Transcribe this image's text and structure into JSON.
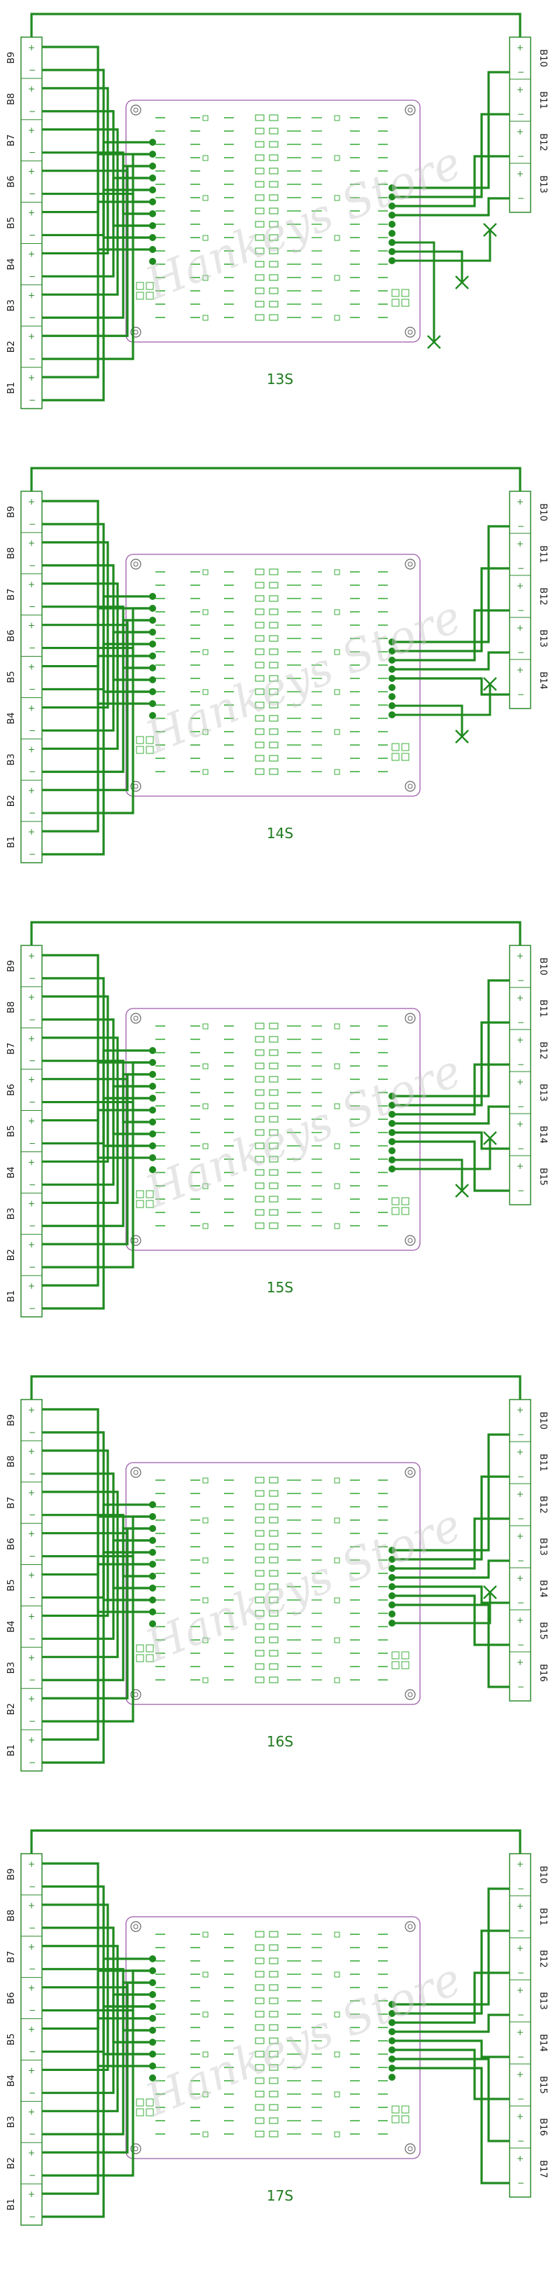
{
  "colors": {
    "wire": "#1f8a1f",
    "board_outline": "#9c5aa8",
    "component": "#3cae3c",
    "connector": "#2e8b2e",
    "text": "#1a1a1a",
    "background": "#ffffff"
  },
  "watermark": "Hankeys Store",
  "diagrams": [
    {
      "title": "13S",
      "left_labels": [
        "B9",
        "B8",
        "B7",
        "B6",
        "B5",
        "B4",
        "B3",
        "B2",
        "B1"
      ],
      "right_labels": [
        "B10",
        "B11",
        "B12",
        "B13"
      ],
      "unused_right_wires": 3
    },
    {
      "title": "14S",
      "left_labels": [
        "B9",
        "B8",
        "B7",
        "B6",
        "B5",
        "B4",
        "B3",
        "B2",
        "B1"
      ],
      "right_labels": [
        "B10",
        "B11",
        "B12",
        "B13",
        "B14"
      ],
      "unused_right_wires": 2
    },
    {
      "title": "15S",
      "left_labels": [
        "B9",
        "B8",
        "B7",
        "B6",
        "B5",
        "B4",
        "B3",
        "B2",
        "B1"
      ],
      "right_labels": [
        "B10",
        "B11",
        "B12",
        "B13",
        "B14",
        "B15"
      ],
      "unused_right_wires": 2
    },
    {
      "title": "16S",
      "left_labels": [
        "B9",
        "B8",
        "B7",
        "B6",
        "B5",
        "B4",
        "B3",
        "B2",
        "B1"
      ],
      "right_labels": [
        "B10",
        "B11",
        "B12",
        "B13",
        "B14",
        "B15",
        "B16"
      ],
      "unused_right_wires": 1
    },
    {
      "title": "17S",
      "left_labels": [
        "B9",
        "B8",
        "B7",
        "B6",
        "B5",
        "B4",
        "B3",
        "B2",
        "B1"
      ],
      "right_labels": [
        "B10",
        "B11",
        "B12",
        "B13",
        "B14",
        "B15",
        "B16",
        "B17"
      ],
      "unused_right_wires": 0
    }
  ]
}
